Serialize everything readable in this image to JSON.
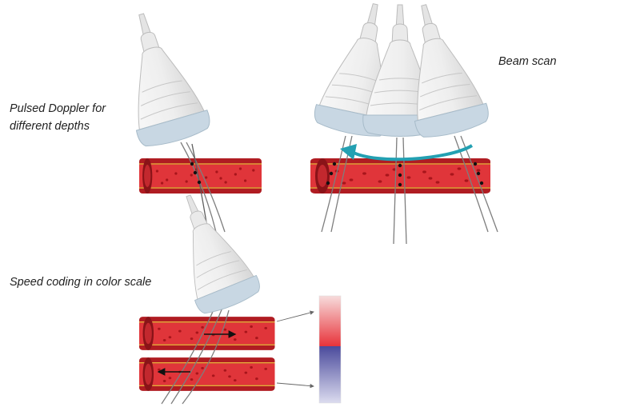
{
  "labels": {
    "pulsed_doppler": "Pulsed Doppler for different depths",
    "beam_scan": "Beam scan",
    "speed_coding": "Speed coding in color scale"
  },
  "colors": {
    "vessel_wall": "#b01c22",
    "vessel_lumen": "#e0353a",
    "vessel_highlight": "#f0c040",
    "blood_cell": "#a8151b",
    "probe_body": "#ececec",
    "probe_outline": "#bcbcbc",
    "probe_face": "#c8d7e3",
    "beam_line": "#7e7e7e",
    "scan_arrow": "#23a0b2",
    "color_scale_red": "#e8333a",
    "color_scale_blue": "#4a4a9c",
    "pointer_line": "#666666"
  },
  "icons": {
    "probe": "ultrasound-probe-icon",
    "vessel": "blood-vessel-icon",
    "scan_arrow": "curved-arrow-left-icon",
    "color_bar": "color-scale-bar-icon"
  }
}
